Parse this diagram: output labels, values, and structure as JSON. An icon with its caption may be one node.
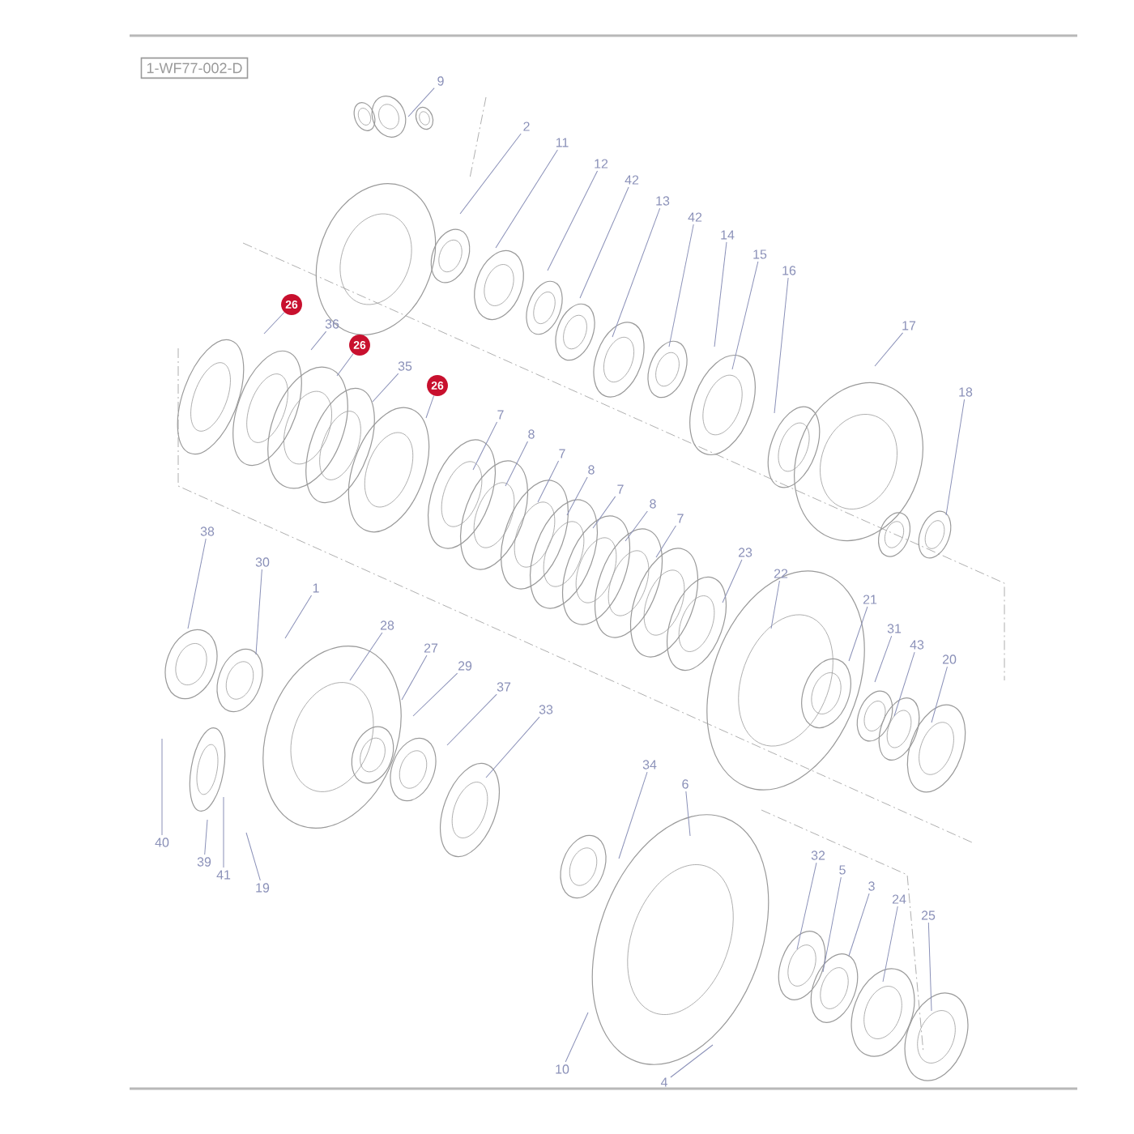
{
  "diagram": {
    "nodes": [
      {
        "text": [
          "1-WF77-002-D"
        ]
      },
      {
        "text": [
          "9"
        ]
      },
      {
        "text": [
          "2"
        ]
      },
      {
        "text": [
          "11"
        ]
      },
      {
        "text": [
          "12"
        ]
      },
      {
        "text": [
          "42"
        ]
      },
      {
        "text": [
          "13"
        ]
      },
      {
        "text": [
          "42"
        ]
      },
      {
        "text": [
          "14"
        ]
      },
      {
        "text": [
          "15"
        ]
      },
      {
        "text": [
          "16"
        ]
      },
      {
        "text": [
          "17"
        ]
      },
      {
        "text": [
          "18"
        ]
      },
      {
        "text": [
          "26"
        ]
      },
      {
        "text": [
          "36"
        ]
      },
      {
        "text": [
          "26"
        ]
      },
      {
        "text": [
          "35"
        ]
      },
      {
        "text": [
          "26"
        ]
      },
      {
        "text": [
          "7"
        ]
      },
      {
        "text": [
          "8"
        ]
      },
      {
        "text": [
          "7"
        ]
      },
      {
        "text": [
          "8"
        ]
      },
      {
        "text": [
          "7"
        ]
      },
      {
        "text": [
          "8"
        ]
      },
      {
        "text": [
          "7"
        ]
      },
      {
        "text": [
          "23"
        ]
      },
      {
        "text": [
          "22"
        ]
      },
      {
        "text": [
          "21"
        ]
      },
      {
        "text": [
          "31"
        ]
      },
      {
        "text": [
          "43"
        ]
      },
      {
        "text": [
          "20"
        ]
      },
      {
        "text": [
          "38"
        ]
      },
      {
        "text": [
          "30"
        ]
      },
      {
        "text": [
          "1"
        ]
      },
      {
        "text": [
          "28"
        ]
      },
      {
        "text": [
          "27"
        ]
      },
      {
        "text": [
          "29"
        ]
      },
      {
        "text": [
          "37"
        ]
      },
      {
        "text": [
          "33"
        ]
      },
      {
        "text": [
          "34"
        ]
      },
      {
        "text": [
          "6"
        ]
      },
      {
        "text": [
          "32"
        ]
      },
      {
        "text": [
          "5"
        ]
      },
      {
        "text": [
          "3"
        ]
      },
      {
        "text": [
          "24"
        ]
      },
      {
        "text": [
          "25"
        ]
      },
      {
        "text": [
          "40"
        ]
      },
      {
        "text": [
          "39"
        ]
      },
      {
        "text": [
          "41"
        ]
      },
      {
        "text": [
          "19"
        ]
      },
      {
        "text": [
          "10"
        ]
      },
      {
        "text": [
          "4"
        ]
      }
    ],
    "edges": [
      {
        "from": 1,
        "to": null,
        "arrow": "none"
      },
      {
        "from": 2,
        "to": null,
        "arrow": "none"
      },
      {
        "from": 3,
        "to": null,
        "arrow": "none"
      },
      {
        "from": 4,
        "to": null,
        "arrow": "none"
      },
      {
        "from": 5,
        "to": null,
        "arrow": "none"
      },
      {
        "from": 6,
        "to": null,
        "arrow": "none"
      },
      {
        "from": 7,
        "to": null,
        "arrow": "none"
      },
      {
        "from": 8,
        "to": null,
        "arrow": "none"
      },
      {
        "from": 9,
        "to": null,
        "arrow": "none"
      },
      {
        "from": 10,
        "to": null,
        "arrow": "none"
      },
      {
        "from": 11,
        "to": null,
        "arrow": "none"
      },
      {
        "from": 12,
        "to": null,
        "arrow": "none"
      },
      {
        "from": 13,
        "to": null,
        "arrow": "none"
      },
      {
        "from": 14,
        "to": null,
        "arrow": "none"
      },
      {
        "from": 15,
        "to": null,
        "arrow": "none"
      },
      {
        "from": 16,
        "to": null,
        "arrow": "none"
      },
      {
        "from": 17,
        "to": null,
        "arrow": "none"
      },
      {
        "from": 18,
        "to": null,
        "arrow": "none"
      },
      {
        "from": 19,
        "to": null,
        "arrow": "none"
      },
      {
        "from": 20,
        "to": null,
        "arrow": "none"
      },
      {
        "from": 21,
        "to": null,
        "arrow": "none"
      },
      {
        "from": 22,
        "to": null,
        "arrow": "none"
      },
      {
        "from": 23,
        "to": null,
        "arrow": "none"
      },
      {
        "from": 24,
        "to": null,
        "arrow": "none"
      },
      {
        "from": 25,
        "to": null,
        "arrow": "none"
      },
      {
        "from": 26,
        "to": null,
        "arrow": "none"
      },
      {
        "from": 27,
        "to": null,
        "arrow": "none"
      },
      {
        "from": 28,
        "to": null,
        "arrow": "none"
      },
      {
        "from": 29,
        "to": null,
        "arrow": "none"
      },
      {
        "from": 30,
        "to": null,
        "arrow": "none"
      },
      {
        "from": 31,
        "to": null,
        "arrow": "none"
      },
      {
        "from": 32,
        "to": null,
        "arrow": "none"
      },
      {
        "from": 33,
        "to": null,
        "arrow": "none"
      },
      {
        "from": 34,
        "to": null,
        "arrow": "none"
      },
      {
        "from": 35,
        "to": null,
        "arrow": "none"
      },
      {
        "from": 36,
        "to": null,
        "arrow": "none"
      },
      {
        "from": 37,
        "to": null,
        "arrow": "none"
      },
      {
        "from": 38,
        "to": null,
        "arrow": "none"
      },
      {
        "from": 39,
        "to": null,
        "arrow": "none"
      },
      {
        "from": 40,
        "to": null,
        "arrow": "none"
      },
      {
        "from": 41,
        "to": null,
        "arrow": "none"
      },
      {
        "from": 42,
        "to": null,
        "arrow": "none"
      },
      {
        "from": 43,
        "to": null,
        "arrow": "none"
      },
      {
        "from": 44,
        "to": null,
        "arrow": "none"
      },
      {
        "from": 45,
        "to": null,
        "arrow": "none"
      },
      {
        "from": 46,
        "to": null,
        "arrow": "none"
      },
      {
        "from": 47,
        "to": null,
        "arrow": "none"
      },
      {
        "from": 48,
        "to": null,
        "arrow": "none"
      },
      {
        "from": 49,
        "to": null,
        "arrow": "none"
      },
      {
        "from": 50,
        "to": null,
        "arrow": "none"
      },
      {
        "from": 51,
        "to": null,
        "arrow": "none"
      }
    ]
  }
}
